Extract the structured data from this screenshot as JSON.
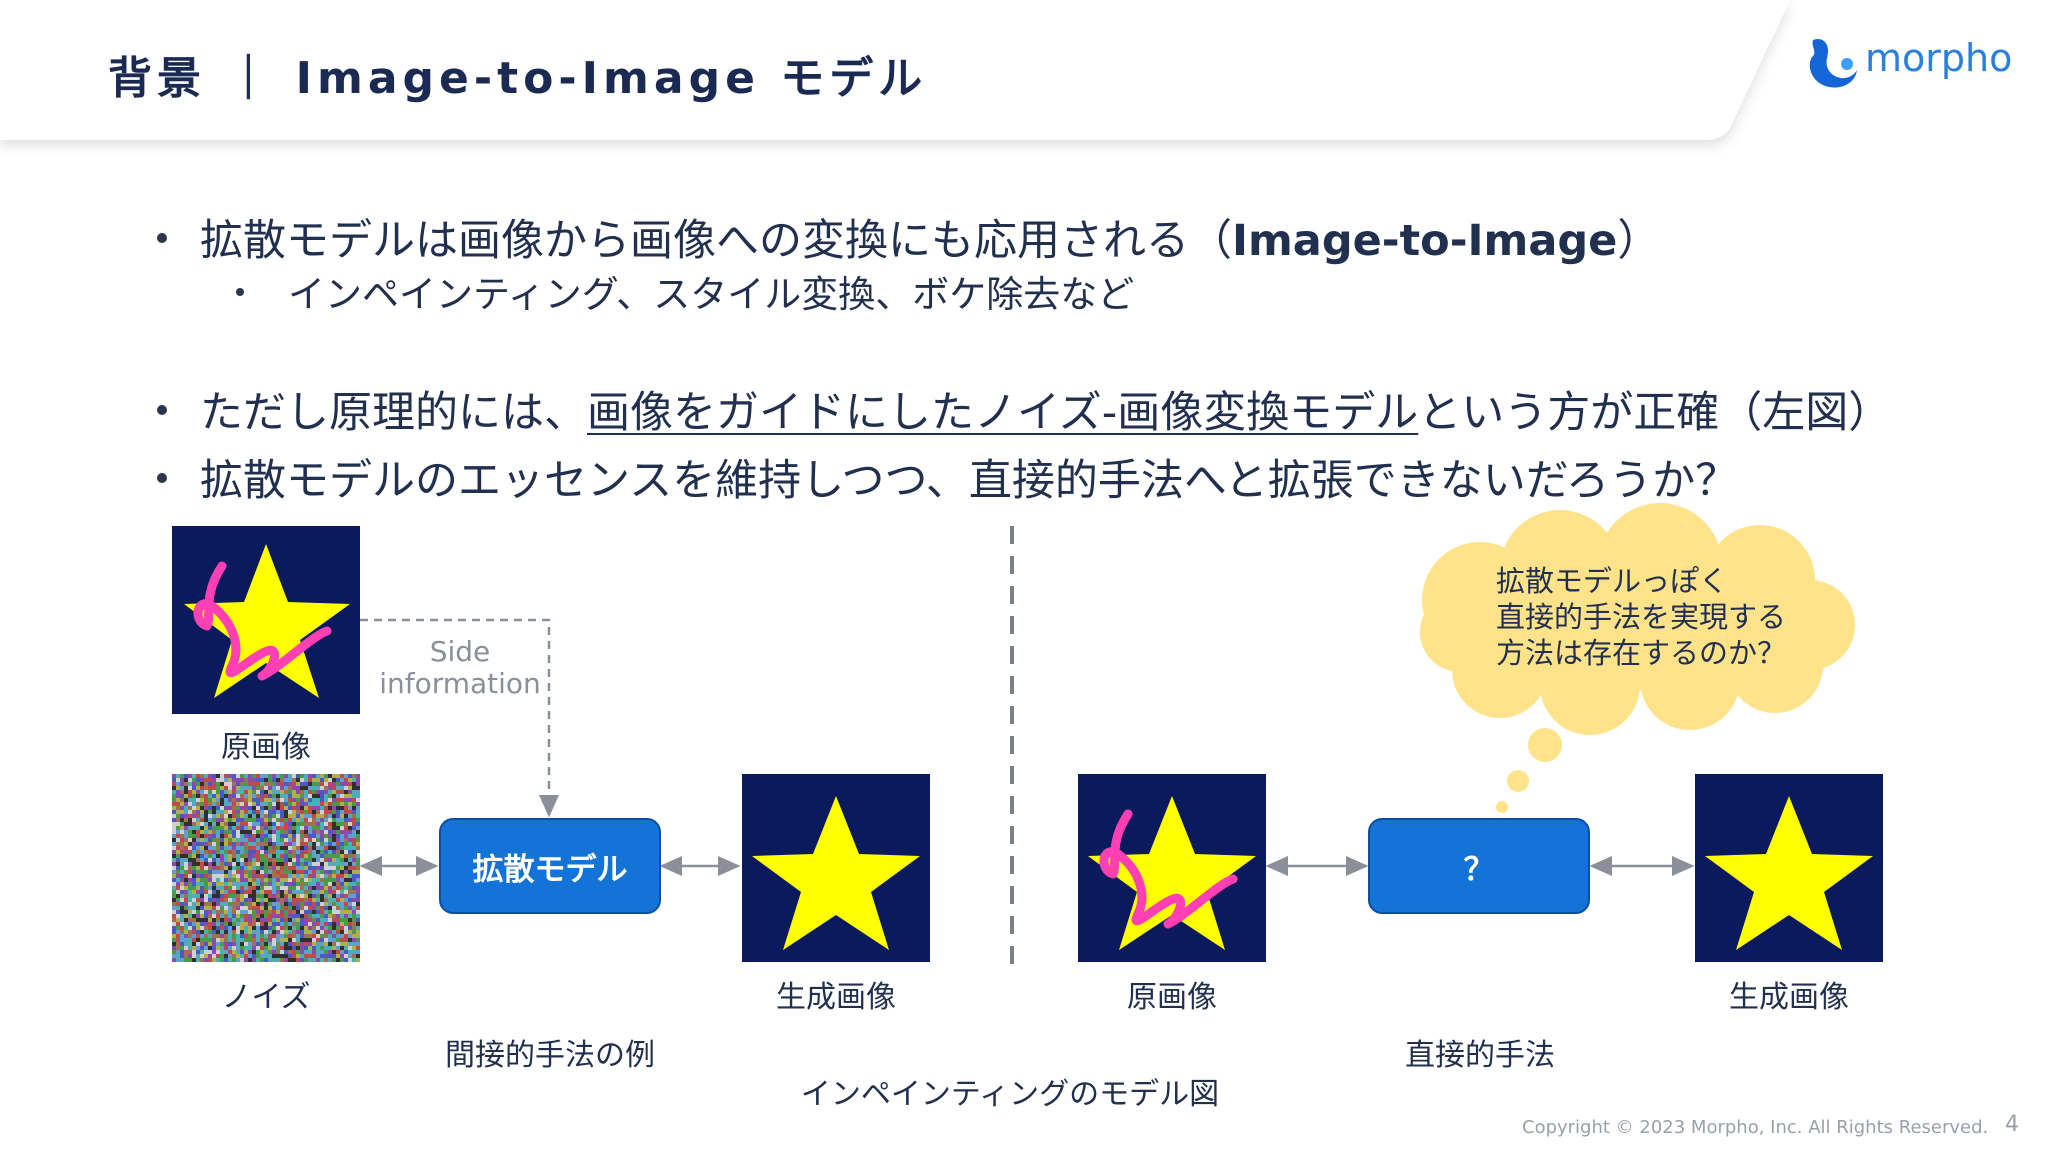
{
  "header": {
    "title": "背景 ｜ Image-to-Image モデル",
    "logo_text": "morpho"
  },
  "bullets": {
    "b1_text": "拡散モデルは画像から画像への変換にも応用される（",
    "b1_bold": "Image-to-Image",
    "b1_end": "）",
    "b1_sub": "インペインティング、スタイル変換、ボケ除去など",
    "b2_pre": "ただし原理的には、",
    "b2_underlined": "画像をガイドにしたノイズ-画像変換モデル",
    "b2_post": "という方が正確（左図）",
    "b3": "拡散モデルのエッセンスを維持しつつ、直接的手法へと拡張できないだろうか？"
  },
  "diagram": {
    "left": {
      "original_caption": "原画像",
      "noise_caption": "ノイズ",
      "side_info": [
        "Side",
        "information"
      ],
      "model_label": "拡散モデル",
      "output_caption": "生成画像",
      "section_caption": "間接的手法の例"
    },
    "right": {
      "original_caption": "原画像",
      "model_label": "？",
      "output_caption": "生成画像",
      "section_caption": "直接的手法",
      "thought": [
        "拡散モデルっぽく",
        "直接的手法を実現する",
        "方法は存在するのか？"
      ]
    },
    "figure_caption": "インペインティングのモデル図"
  },
  "colors": {
    "tile_bg": "#0b1a5c",
    "star": "#ffff00",
    "scribble": "#ff3fb4",
    "model_box": "#1473d6",
    "cloud": "#ffe38a"
  },
  "footer": {
    "copyright": "Copyright © 2023 Morpho, Inc. All Rights Reserved.",
    "page": "4"
  }
}
